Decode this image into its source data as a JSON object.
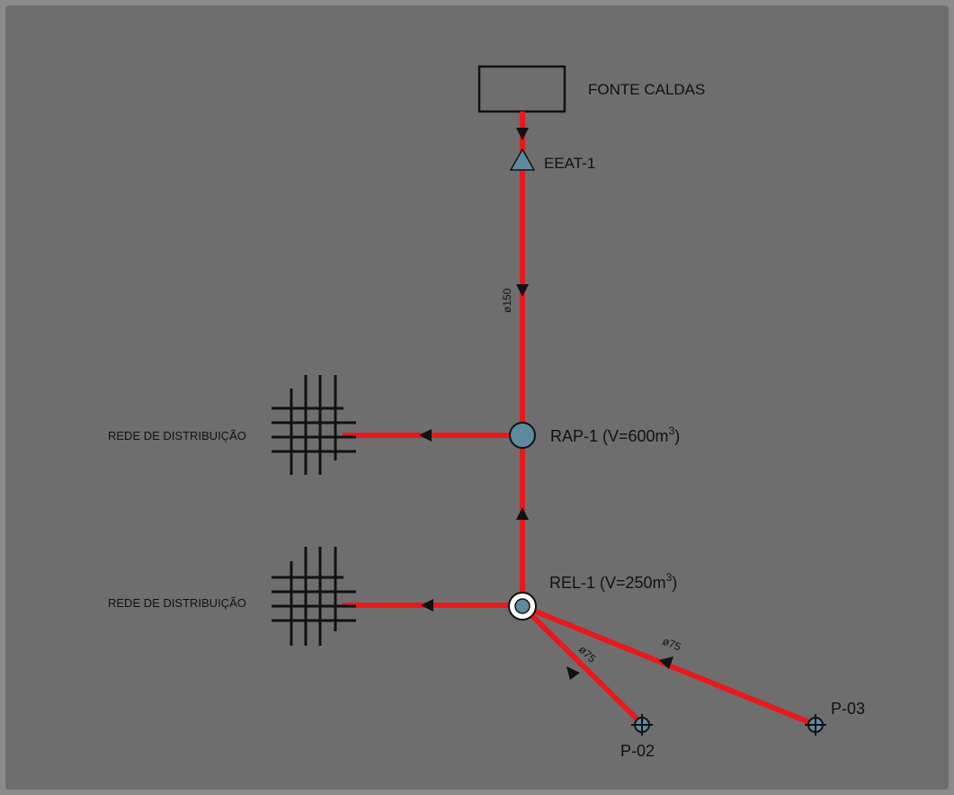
{
  "diagram": {
    "colors": {
      "pipe": "#e8191c",
      "node_fill": "#5d8a9c",
      "line": "#111111",
      "background": "#f3f3f1"
    },
    "source": {
      "label": "FONTE CALDAS"
    },
    "pump_station": {
      "label": "EEAT-1",
      "icon": "triangle-pump-icon"
    },
    "main_pipe": {
      "diameter": "ø150"
    },
    "reservoir_1": {
      "label": "RAP-1  (V=600m",
      "superscript": "3",
      "suffix": ")"
    },
    "reservoir_2": {
      "label": "REL-1  (V=250m",
      "superscript": "3",
      "suffix": ")"
    },
    "networks": [
      {
        "label": "REDE DE DISTRIBUIÇÃO"
      },
      {
        "label": "REDE DE DISTRIBUIÇÃO"
      }
    ],
    "wells": [
      {
        "label": "P-02",
        "pipe_diameter": "ø75"
      },
      {
        "label": "P-03",
        "pipe_diameter": "ø75"
      }
    ]
  }
}
